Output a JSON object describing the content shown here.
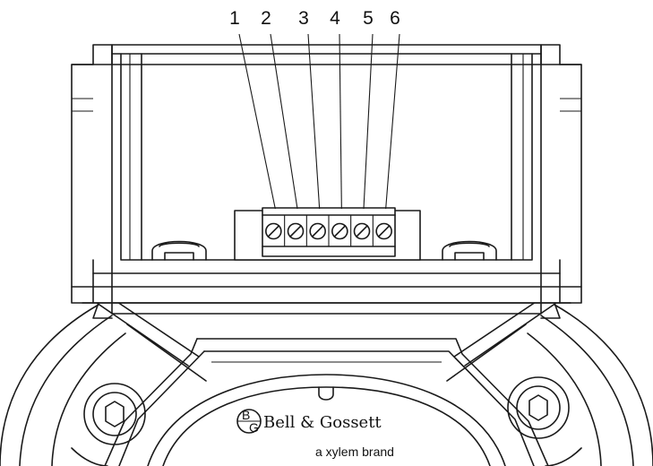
{
  "diagram": {
    "terminal_labels": [
      "1",
      "2",
      "3",
      "4",
      "5",
      "6"
    ],
    "brand_name": "Bell & Gossett",
    "brand_tagline": "a xylem brand",
    "logo_letters": [
      "B",
      "G"
    ],
    "colors": {
      "line": "#1a1a1a",
      "background": "#ffffff"
    }
  }
}
